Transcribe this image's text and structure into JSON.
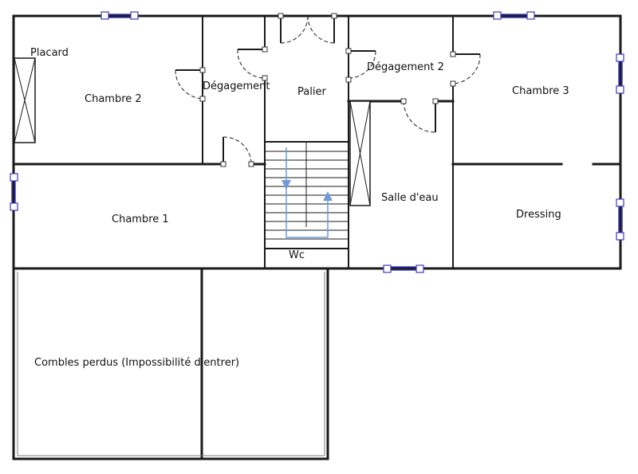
{
  "plan": {
    "rooms": [
      {
        "id": "placard",
        "label": "Placard"
      },
      {
        "id": "chambre-2",
        "label": "Chambre 2"
      },
      {
        "id": "degagement",
        "label": "Dégagement"
      },
      {
        "id": "palier",
        "label": "Palier"
      },
      {
        "id": "degagement-2",
        "label": "Dégagement 2"
      },
      {
        "id": "chambre-3",
        "label": "Chambre 3"
      },
      {
        "id": "chambre-1",
        "label": "Chambre 1"
      },
      {
        "id": "salle-d-eau",
        "label": "Salle d'eau"
      },
      {
        "id": "dressing",
        "label": "Dressing"
      },
      {
        "id": "wc",
        "label": "Wc"
      },
      {
        "id": "combles-perdus",
        "label": "Combles perdus (Impossibilité d'entrer)"
      }
    ],
    "colors": {
      "wall": "#1a1a1a",
      "window": "#3b3bbf",
      "stair_arrow": "#6f9bd8"
    }
  }
}
